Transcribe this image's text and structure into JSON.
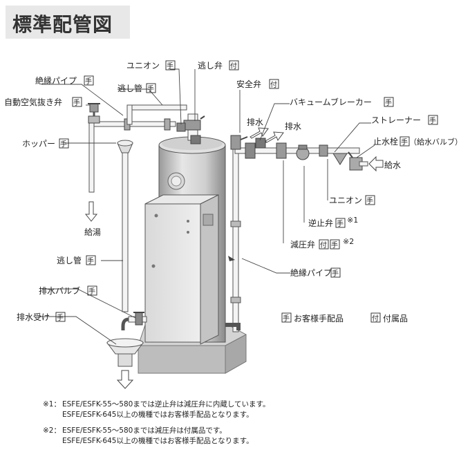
{
  "title": "標準配管図",
  "labels": {
    "union_top": "ユニオン",
    "relief_valve": "逃し弁",
    "safety_valve": "安全弁",
    "insulated_pipe_top": "絶縁パイプ",
    "relief_pipe_top": "逃し管",
    "auto_air_vent": "自動空気抜き弁",
    "hopper": "ホッパー",
    "hot_water": "給湯",
    "relief_pipe_mid": "逃し管",
    "drain_valve": "排水バルブ",
    "drain_receiver": "排水受け",
    "vacuum_breaker": "バキュームブレーカー",
    "drain1": "排水",
    "drain2": "排水",
    "strainer": "ストレーナー",
    "stop_cock": "止水栓",
    "supply_valve_note": "（給水バルブ）",
    "water_supply": "給水",
    "union_right": "ユニオン",
    "check_valve": "逆止弁",
    "pressure_reducing": "減圧弁",
    "insulated_pipe_right": "絶縁パイプ"
  },
  "marks": {
    "customer": "手",
    "accessory": "付",
    "note1": "※1",
    "note2": "※2"
  },
  "legend": {
    "customer_text": "お客様手配品",
    "accessory_text": "付属品"
  },
  "notes": [
    {
      "mark": "※1：",
      "line1": "ESFE/ESFK-55～580までは逆止弁は減圧弁に内蔵しています。",
      "line2": "ESFE/ESFK-645以上の機種ではお客様手配品となります。"
    },
    {
      "mark": "※2：",
      "line1": "ESFE/ESFK-55～580までは減圧弁は付属品です。",
      "line2": "ESFE/ESFK-645以上の機種ではお客様手配品となります。"
    }
  ]
}
